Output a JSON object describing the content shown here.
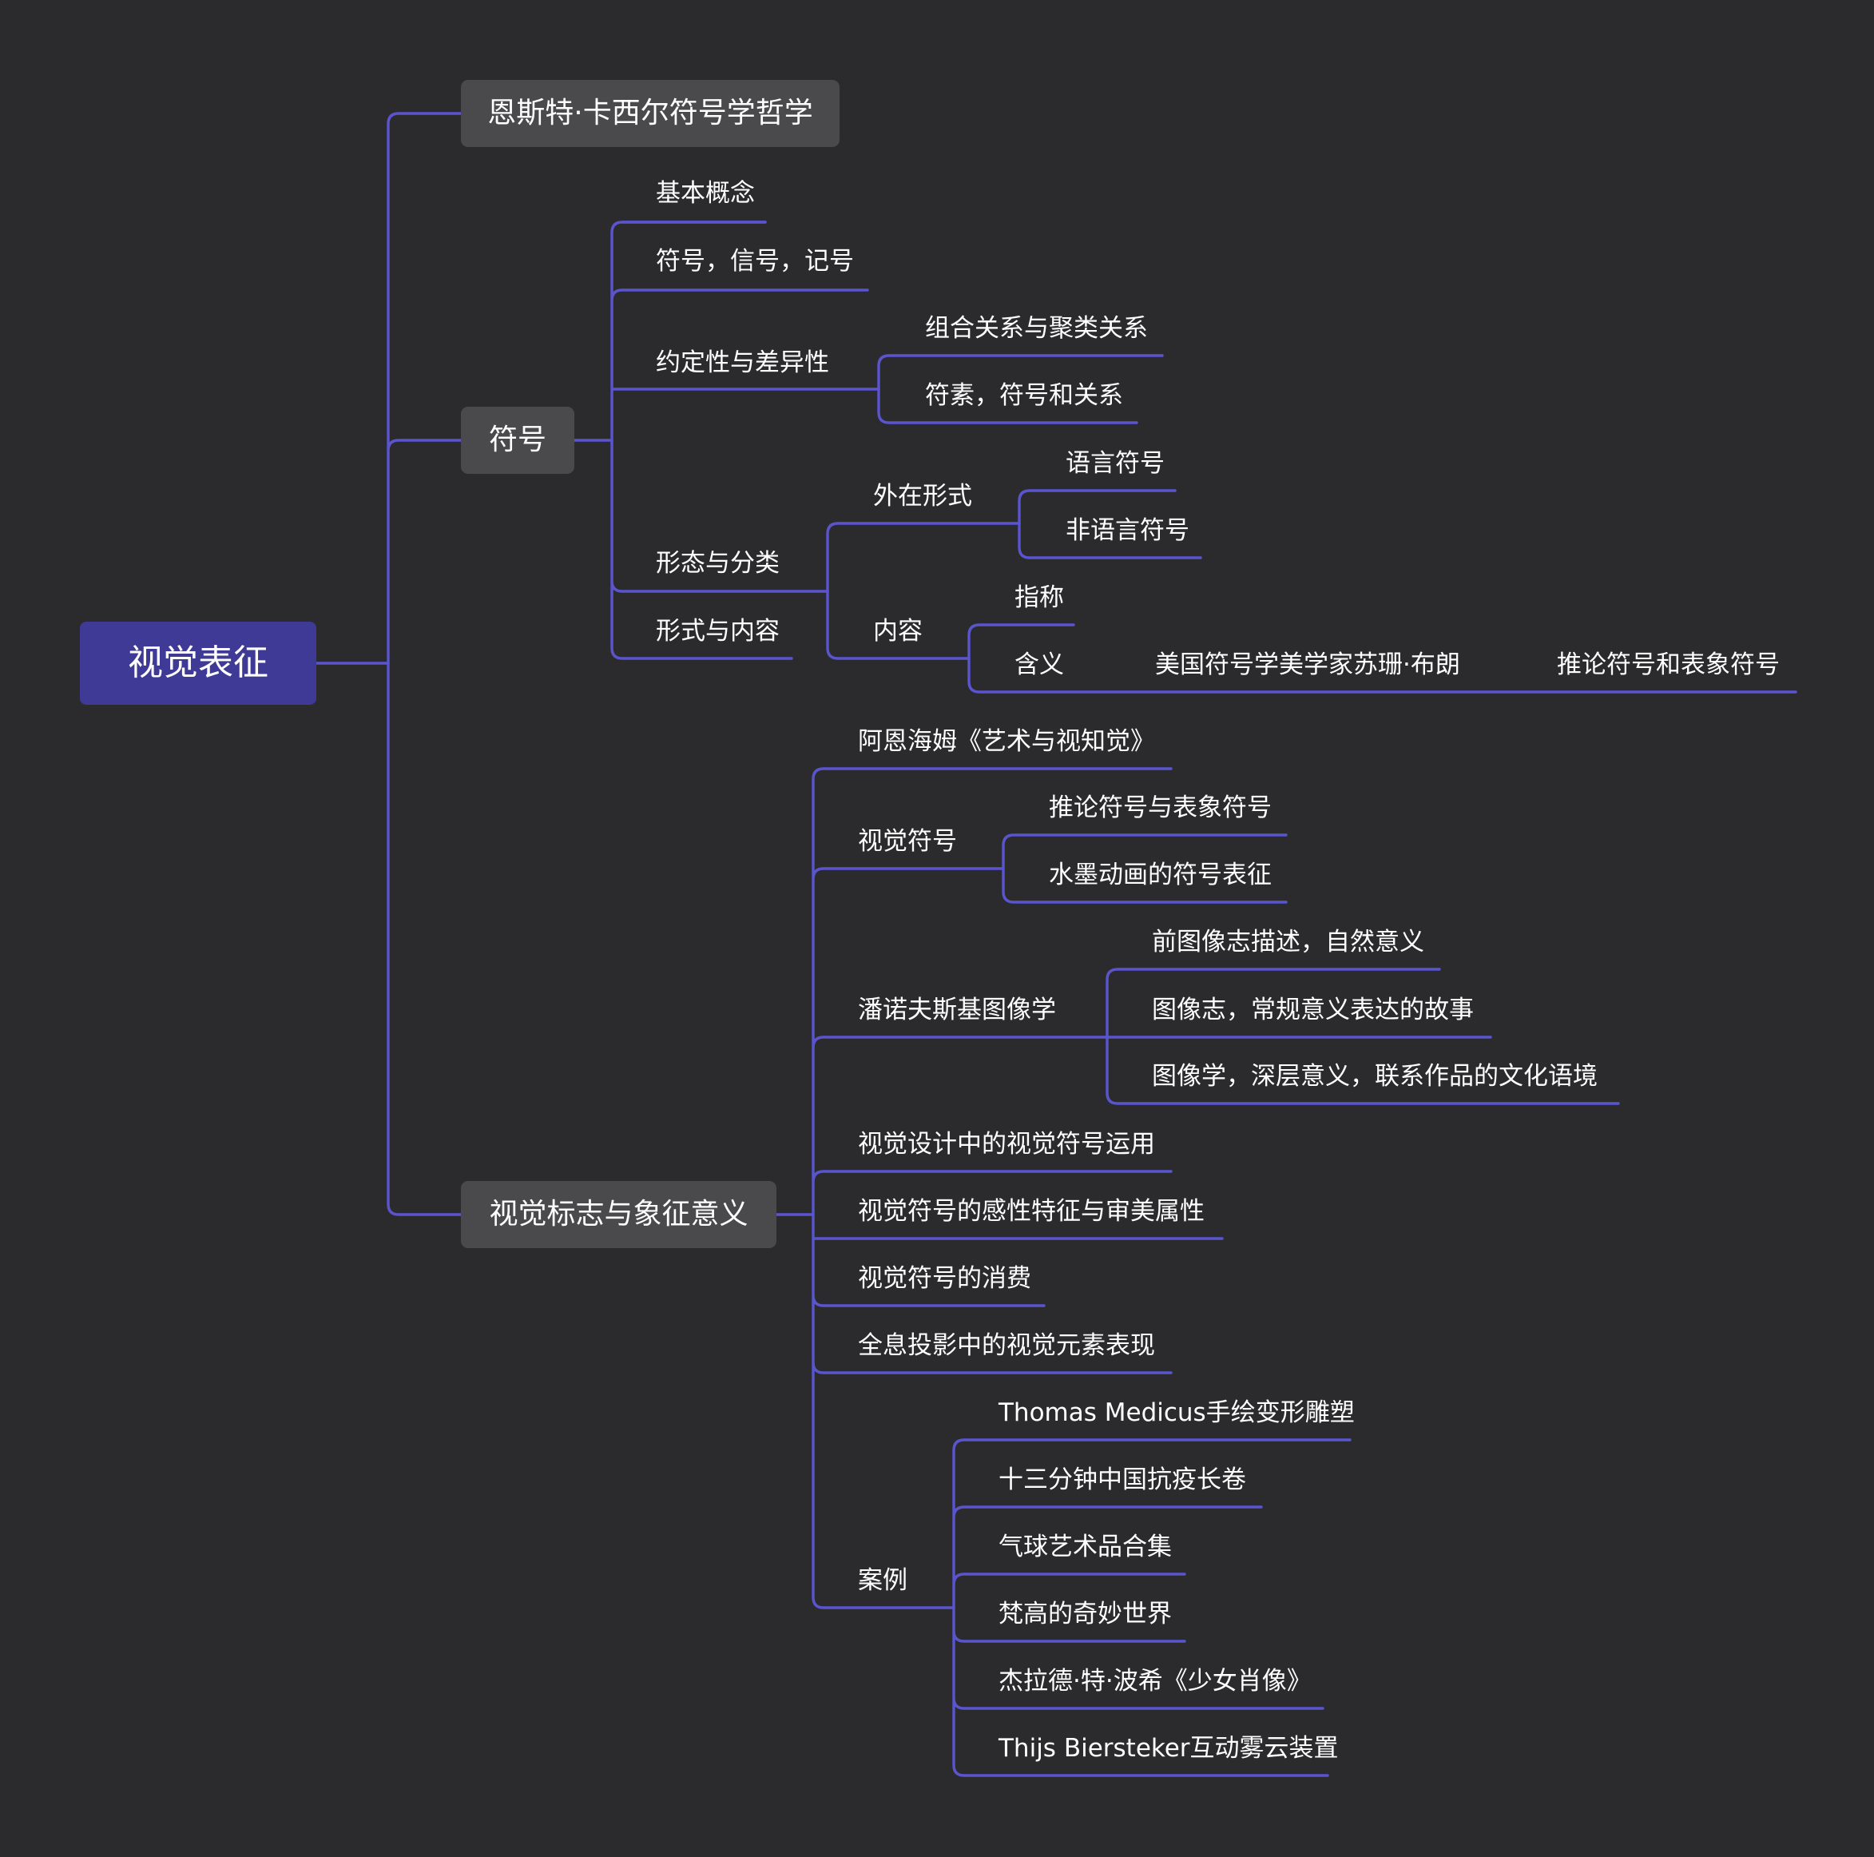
{
  "root": {
    "label": "视觉表征"
  },
  "branches": {
    "cassirer": {
      "label": "恩斯特·卡西尔符号学哲学"
    },
    "symbol": {
      "label": "符号",
      "basic": "基本概念",
      "sign_signal_mark": "符号，信号，记号",
      "convention": {
        "label": "约定性与差异性",
        "combination": "组合关系与聚类关系",
        "elements": "符素，符号和关系"
      },
      "form_class": {
        "label": "形态与分类",
        "external": {
          "label": "外在形式",
          "verbal": "语言符号",
          "nonverbal": "非语言符号"
        },
        "content": {
          "label": "内容",
          "denotation": "指称",
          "connotation": "含义",
          "langer": "美国符号学美学家苏珊·布朗",
          "discursive": "推论符号和表象符号"
        }
      },
      "form_content": "形式与内容"
    },
    "visual": {
      "label": "视觉标志与象征意义",
      "arnheim": "阿恩海姆《艺术与视知觉》",
      "visual_symbol": {
        "label": "视觉符号",
        "discursive": "推论符号与表象符号",
        "ink": "水墨动画的符号表征"
      },
      "panofsky": {
        "label": "潘诺夫斯基图像学",
        "pre": "前图像志描述，自然意义",
        "iconography": "图像志，常规意义表达的故事",
        "iconology": "图像学，深层意义，联系作品的文化语境"
      },
      "design": "视觉设计中的视觉符号运用",
      "sensory": "视觉符号的感性特征与审美属性",
      "consumption": "视觉符号的消费",
      "hologram": "全息投影中的视觉元素表现",
      "cases": {
        "label": "案例",
        "items": [
          "Thomas Medicus手绘变形雕塑",
          "十三分钟中国抗疫长卷",
          "气球艺术品合集",
          "梵高的奇妙世界",
          "杰拉德·特·波希《少女肖像》",
          "Thijs Biersteker互动雾云装置"
        ]
      }
    }
  },
  "colors": {
    "background": "#2b2b2e",
    "root_fill": "#3e3a96",
    "branch_fill": "#4a4a4d",
    "connector": "#5a55cf",
    "text": "#ffffff"
  }
}
